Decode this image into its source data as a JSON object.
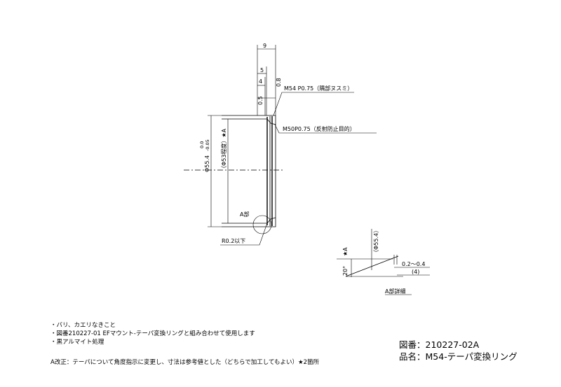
{
  "main_view": {
    "dim_overall_width": "9",
    "dim_width_5": "5",
    "dim_width_4": "4",
    "dim_thread_depth": "0.5",
    "dim_top_tolerance": "0.8",
    "callout_m54": "M54 P0.75（隅部ヌスミ）",
    "callout_m50": "M50P0.75（反射防止目的）",
    "dim_outer_base": "Φ55.4",
    "dim_outer_tol_upper": "0.0",
    "dim_outer_tol_lower": "-0.05",
    "dim_inner": "（Φ53程度）★A",
    "label_detail_a": "A部",
    "callout_radius": "R0.2以下"
  },
  "detail_view": {
    "dim_diameter": "（Φ55.4）",
    "dim_angle": "20°",
    "angle_mark": "★A",
    "dim_range": "0.2〜0.4",
    "dim_ref": "(4)",
    "caption": "A部詳細"
  },
  "notes": [
    "・バリ、カエリなきこと",
    "・図番210227-01 EFマウント-テーパ変換リングと組み合わせて使用します",
    "・黒アルマイト処理"
  ],
  "revision_note": "A改正：テーパについて角度指示に変更し、寸法は参考値とした（どちらで加工してもよい）★2箇所",
  "title_block": {
    "drawing_number_label": "図番：",
    "drawing_number": "210227-02A",
    "part_name_label": "品名：",
    "part_name": "M54-テーパ変換リング"
  }
}
